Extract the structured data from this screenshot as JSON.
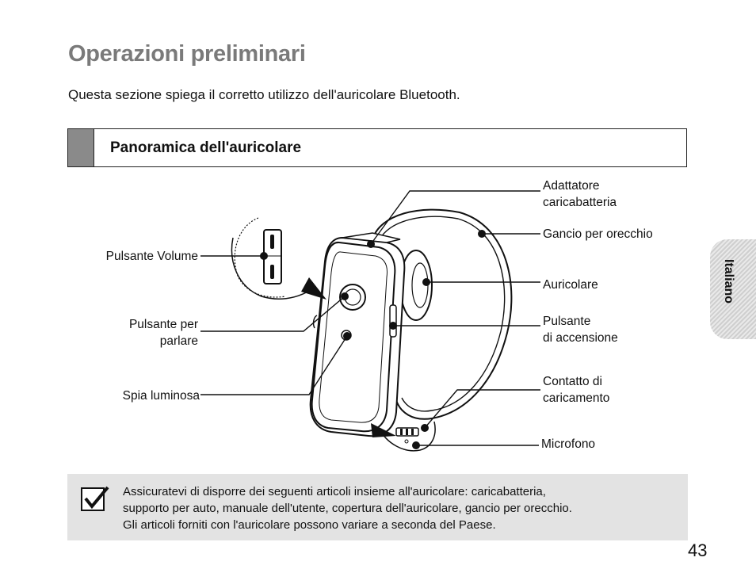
{
  "page": {
    "title": "Operazioni preliminari",
    "intro": "Questa sezione spiega il corretto utilizzo dell'auricolare Bluetooth.",
    "section_title": "Panoramica dell'auricolare",
    "side_tab": "Italiano",
    "page_number": "43"
  },
  "diagram": {
    "labels": {
      "adattatore_1": "Adattatore",
      "adattatore_2": "caricabatteria",
      "gancio": "Gancio per orecchio",
      "auricolare": "Auricolare",
      "accensione_1": "Pulsante",
      "accensione_2": "di accensione",
      "contatto_1": "Contatto di",
      "contatto_2": "caricamento",
      "microfono": "Microfono",
      "volume": "Pulsante Volume",
      "parlare_1": "Pulsante per",
      "parlare_2": "parlare",
      "spia": "Spia luminosa"
    }
  },
  "note": {
    "icon": "checkbox-check-icon",
    "lines": [
      "Assicuratevi di disporre dei seguenti articoli insieme all'auricolare: caricabatteria,",
      "supporto per auto, manuale dell'utente, copertura dell'auricolare, gancio per orecchio.",
      "Gli articoli forniti con l'auricolare possono variare a seconda del Paese."
    ]
  }
}
